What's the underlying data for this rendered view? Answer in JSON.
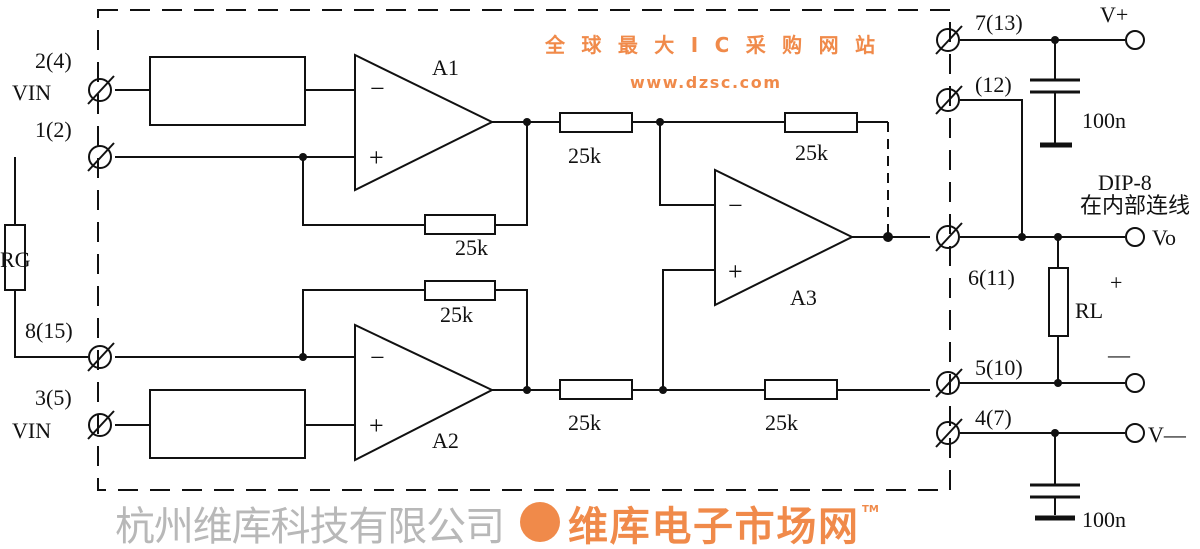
{
  "terminals": {
    "t2": "2(4)",
    "vin_top": "VIN",
    "t1": "1(2)",
    "t8": "8(15)",
    "t3": "3(5)",
    "vin_bottom": "VIN",
    "t7": "7(13)",
    "t12": "(12)",
    "t6": "6(11)",
    "t5": "5(10)",
    "t4": "4(7)"
  },
  "opamps": {
    "a1": "A1",
    "a2": "A2",
    "a3": "A3",
    "minus": "−",
    "plus": "+"
  },
  "resistors": {
    "rg": "RG",
    "rl": "RL",
    "r1": "25k",
    "r2": "25k",
    "r3": "25k",
    "r4": "25k",
    "r5": "25k",
    "r6": "25k"
  },
  "outputs": {
    "vplus": "V+",
    "vo": "Vo",
    "vminus": "V—",
    "plus": "+",
    "minus": "—"
  },
  "caps": {
    "c_top": "100n",
    "c_bottom": "100n"
  },
  "note": {
    "package": "DIP-8",
    "wiring": "在内部连线"
  },
  "watermark": {
    "company": "杭州维库科技有限公司",
    "brand": "维库电子市场网",
    "tm": "TM",
    "url": "www.dzsc.com",
    "slogan": "全 球 最 大 I C 采 购 网 站"
  }
}
